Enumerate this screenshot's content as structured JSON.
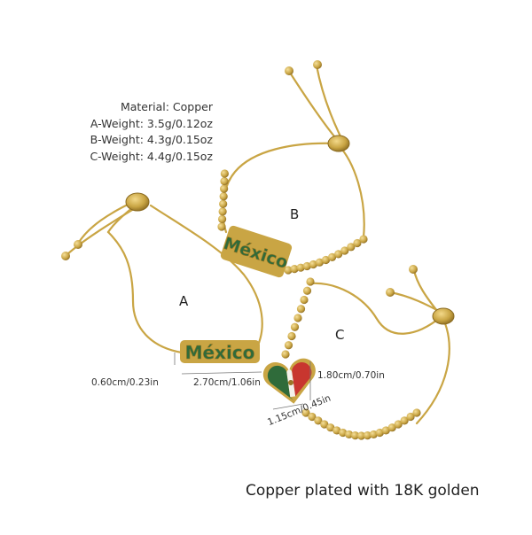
{
  "specs": {
    "material": "Material: Copper",
    "weight_a": "A-Weight: 3.5g/0.12oz",
    "weight_b": "B-Weight: 4.3g/0.15oz",
    "weight_c": "C-Weight: 4.4g/0.15oz"
  },
  "labels": {
    "a": "A",
    "b": "B",
    "c": "C"
  },
  "dimensions": {
    "a_height": "0.60cm/0.23in",
    "a_width": "2.70cm/1.06in",
    "c_height": "1.80cm/0.70in",
    "c_width": "1.15cm/0.45in"
  },
  "charm_text": {
    "a": "México",
    "b": "México"
  },
  "footer": "Copper plated with 18K golden",
  "colors": {
    "gold": "#c9a544",
    "gold_dark": "#9a7626",
    "flag_green": "#2f6b3a",
    "flag_red": "#c8362f",
    "flag_white": "#f4f1ea"
  }
}
